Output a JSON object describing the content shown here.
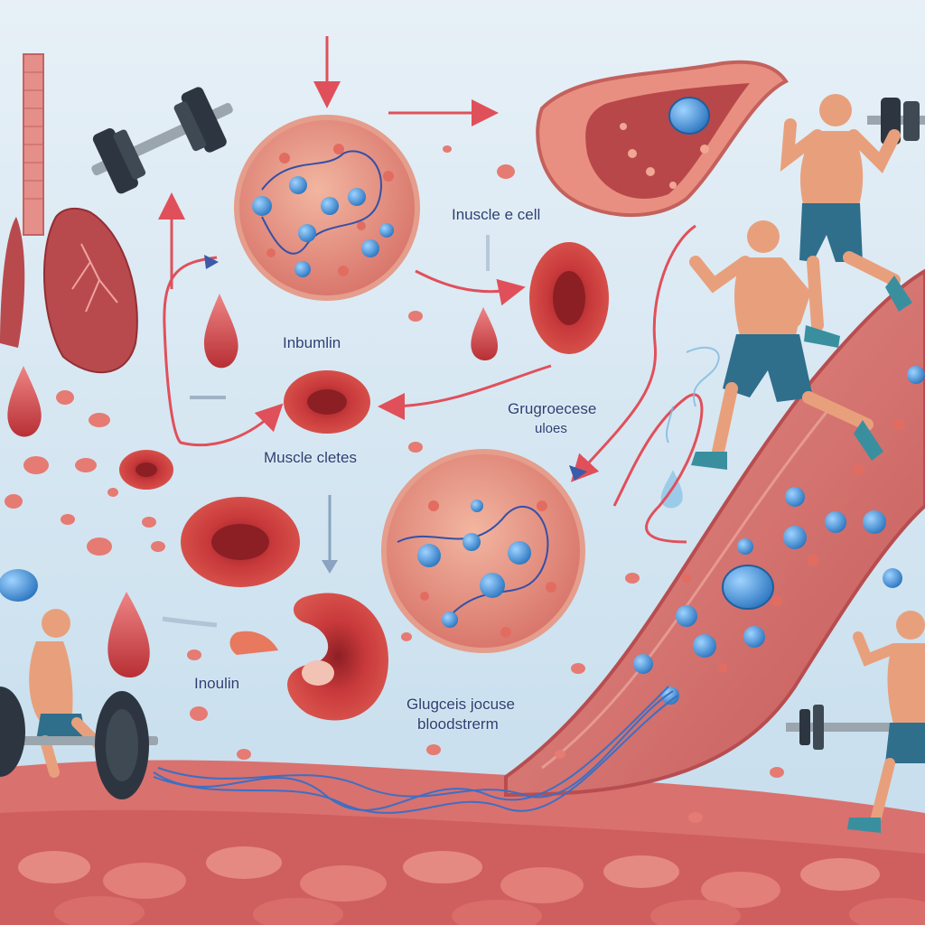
{
  "labels": {
    "muscle_cell": "Inuscle e cell",
    "inbumlin": "Inbumlin",
    "gruroecese": "Grugroecese",
    "uloes": "uloes",
    "muscle_cletes": "Muscle cletes",
    "insulin": "Inoulin",
    "glucose_line1": "Glugceis jocuse",
    "glucose_line2": "bloodstrerm"
  },
  "colors": {
    "background_top": "#dcebf5",
    "background_bottom": "#bcd6ea",
    "tissue": "#d9716f",
    "tissue_dark": "#b8474a",
    "red_cell": "#c93a3a",
    "glucose": "#3a8fd6",
    "arrow": "#e0505a",
    "skin": "#e8a07c",
    "shorts": "#2f6f8c",
    "weights": "#2d3640"
  },
  "icons": {
    "dumbbell": "dumbbell-icon",
    "lungs": "lungs-icon",
    "drop": "blood-drop-icon",
    "runner": "runner-figure",
    "lifter": "weightlifter-figure"
  }
}
